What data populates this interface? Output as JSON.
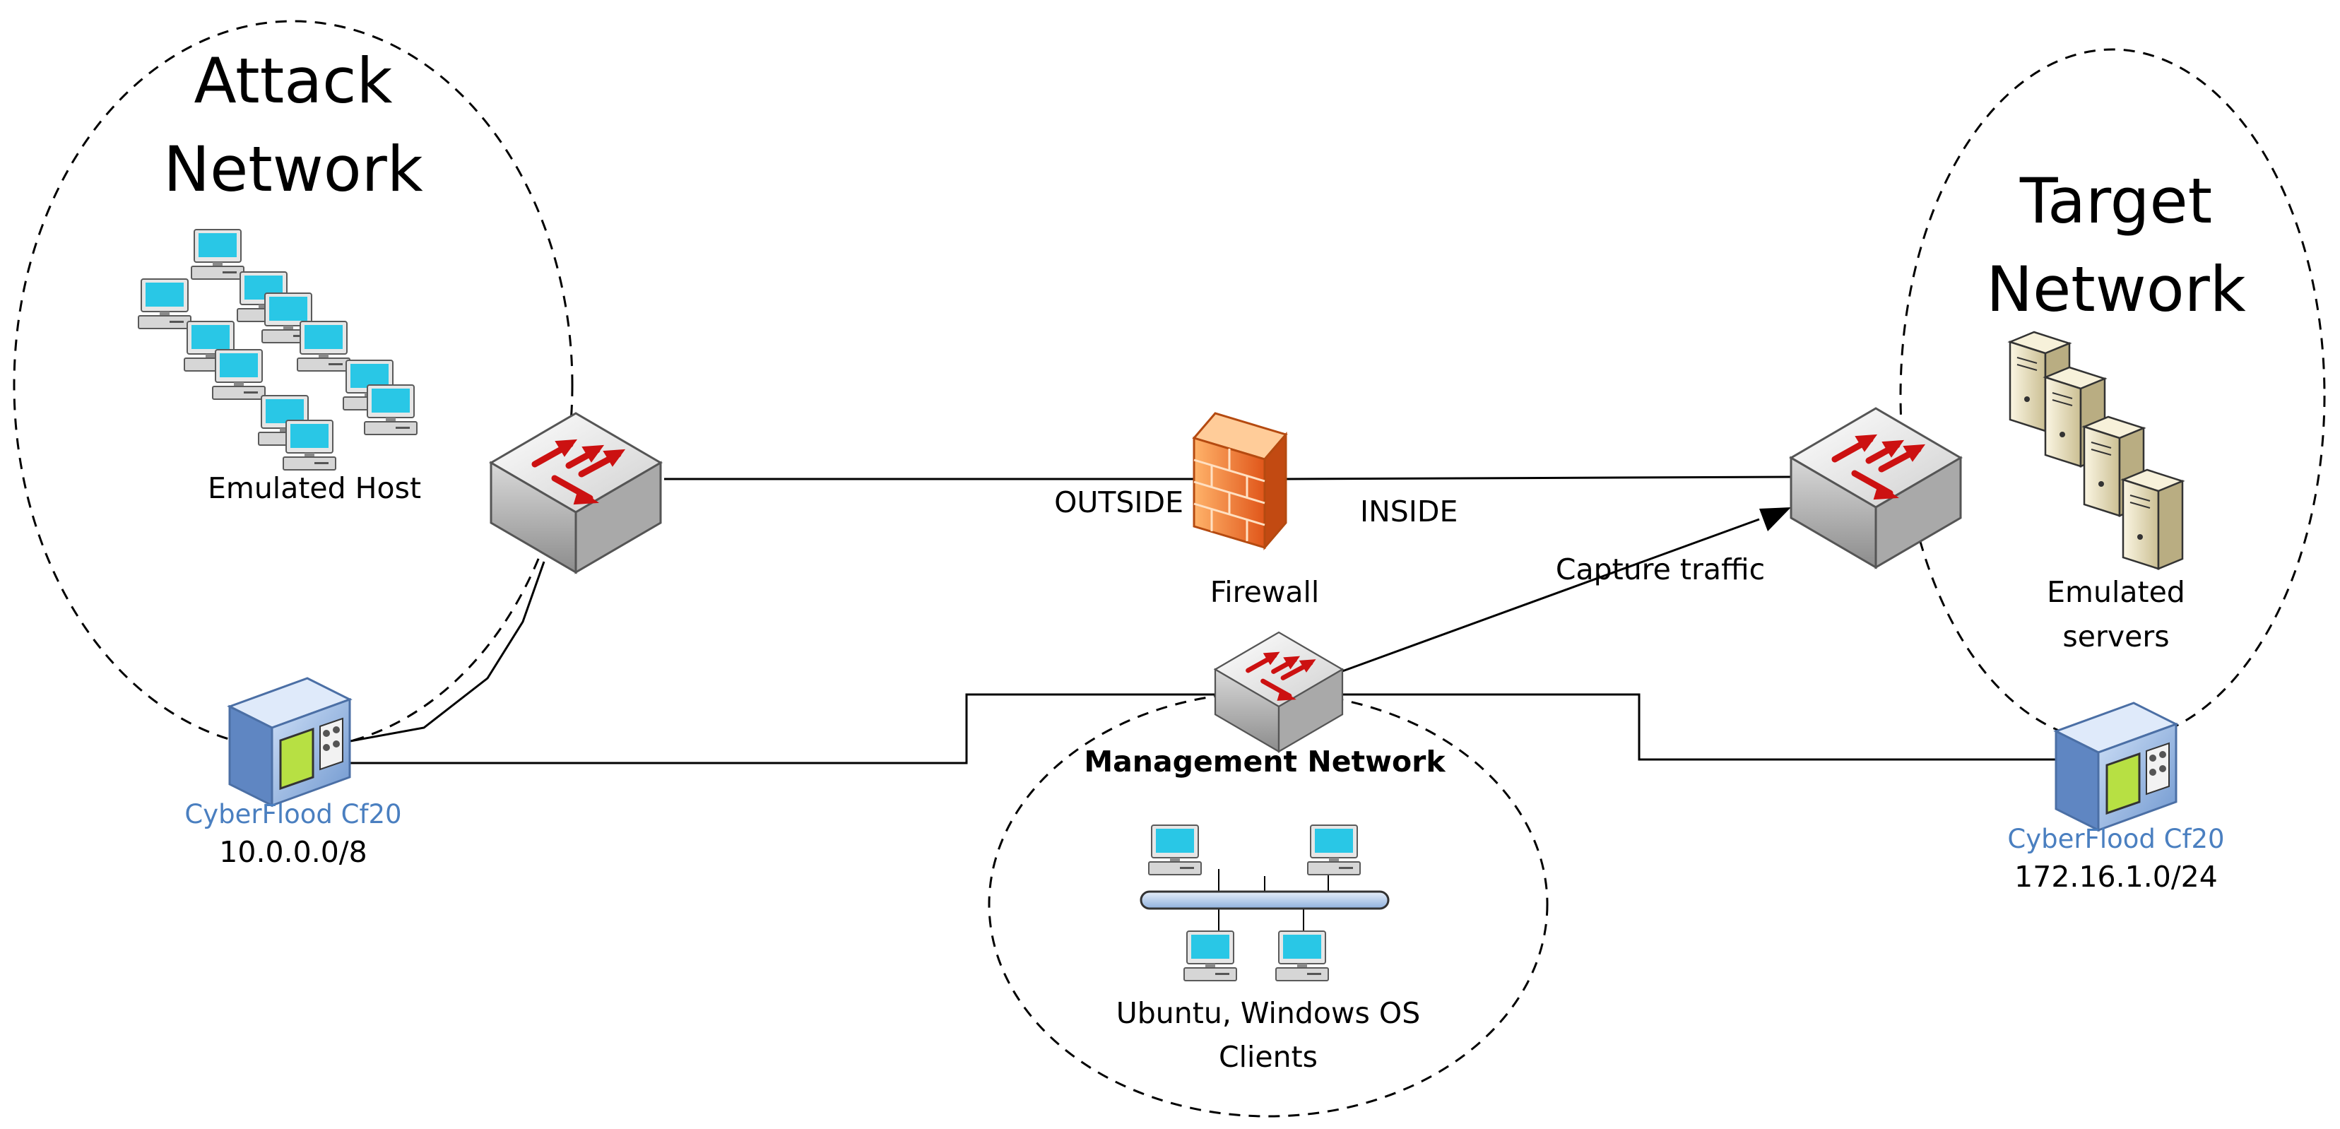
{
  "zones": {
    "attack_title_line1": "Attack",
    "attack_title_line2": "Network",
    "target_title_line1": "Target",
    "target_title_line2": "Network",
    "management_title": "Management Network"
  },
  "labels": {
    "emulated_host": "Emulated Host",
    "outside": "OUTSIDE",
    "inside": "INSIDE",
    "firewall": "Firewall",
    "capture_traffic": "Capture traffic",
    "emulated_servers_line1": "Emulated",
    "emulated_servers_line2": "servers",
    "clients_line1": "Ubuntu, Windows OS",
    "clients_line2": "Clients"
  },
  "appliances": {
    "left_name": "CyberFlood Cf20",
    "left_subnet": "10.0.0.0/8",
    "right_name": "CyberFlood Cf20",
    "right_subnet": "172.16.1.0/24"
  },
  "colors": {
    "switch_arrow": "#cc1111",
    "firewall": "#f07a2a",
    "appliance_label": "#4a7fc0",
    "monitor": "#29c7e6",
    "server": "#e9dfb8"
  }
}
